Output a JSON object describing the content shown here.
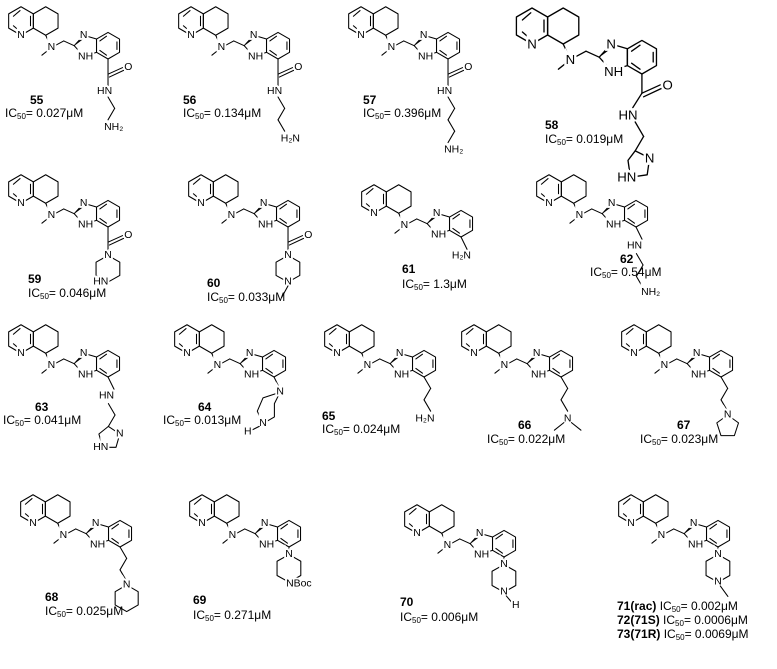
{
  "core_atoms": {
    "pyridine_n": "N",
    "amine_n": "N",
    "imidazole_n": "N",
    "imidazole_nh": "NH"
  },
  "ic50_label": "IC",
  "ic50_sub": "50",
  "compounds": [
    {
      "id": "55",
      "value": "= 0.027μM",
      "atoms": {
        "o": "O",
        "n1": "HN",
        "t": "NH₂"
      }
    },
    {
      "id": "56",
      "value": "= 0.134μM",
      "atoms": {
        "o": "O",
        "n1": "HN",
        "t": "H₂N"
      }
    },
    {
      "id": "57",
      "value": "= 0.396μM",
      "atoms": {
        "o": "O",
        "n1": "HN",
        "t": "NH₂"
      }
    },
    {
      "id": "58",
      "value": "= 0.019μM",
      "atoms": {
        "o": "O",
        "n1": "HN",
        "ra": "N",
        "rb": "HN"
      }
    },
    {
      "id": "59",
      "value": "= 0.046μM",
      "atoms": {
        "o": "O",
        "ra": "N",
        "rb": "HN"
      }
    },
    {
      "id": "60",
      "value": "= 0.033μM",
      "atoms": {
        "o": "O",
        "ra": "N",
        "rb": "N"
      }
    },
    {
      "id": "61",
      "value": "= 1.3μM",
      "atoms": {
        "t": "H₂N"
      }
    },
    {
      "id": "62",
      "value": "= 0.54μM",
      "atoms": {
        "n1": "HN",
        "t": "NH₂"
      }
    },
    {
      "id": "63",
      "value": "= 0.041μM",
      "atoms": {
        "n1": "HN",
        "ra": "N",
        "rb": "HN"
      }
    },
    {
      "id": "64",
      "value": "= 0.013μM",
      "atoms": {
        "ra": "N",
        "rb": "N",
        "h": "H"
      }
    },
    {
      "id": "65",
      "value": "= 0.024μM",
      "atoms": {
        "t": "H₂N"
      }
    },
    {
      "id": "66",
      "value": "= 0.022μM",
      "atoms": {
        "t": "N"
      }
    },
    {
      "id": "67",
      "value": "= 0.023μM",
      "atoms": {
        "ra": "N"
      }
    },
    {
      "id": "68",
      "value": "= 0.025μM",
      "atoms": {
        "ra": "N"
      }
    },
    {
      "id": "69",
      "value": "= 0.271μM",
      "atoms": {
        "ra": "N",
        "rb": "NBoc"
      }
    },
    {
      "id": "70",
      "value": "= 0.006μM",
      "atoms": {
        "ra": "N",
        "rb": "N",
        "h": "H"
      }
    },
    {
      "id": "71",
      "value": "",
      "atoms": {
        "ra": "N",
        "rb": "N"
      },
      "entries": [
        {
          "id": "71(rac)",
          "value": "= 0.002μM"
        },
        {
          "id": "72(71S)",
          "value": "= 0.0006μM"
        },
        {
          "id": "73(71R)",
          "value": "= 0.0069μM"
        }
      ]
    }
  ]
}
